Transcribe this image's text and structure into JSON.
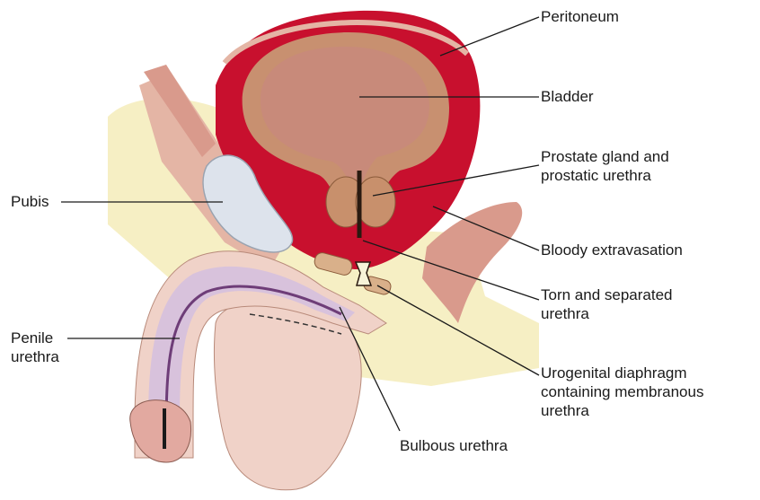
{
  "colors": {
    "blood": "#c8102e",
    "bladder_wall": "#c89070",
    "bladder_lumen": "#c88a7a",
    "pubis": "#dde3ec",
    "fat": "#f6efc4",
    "tissue": "#e4b5a5",
    "penile_shaft": "#d8c2dc",
    "urethra": "#9b6fa6",
    "skin": "#f0d2c8",
    "leader": "#1a1a1a"
  },
  "labels": {
    "peritoneum": "Peritoneum",
    "bladder": "Bladder",
    "prostate": [
      "Prostate gland and",
      "prostatic urethra"
    ],
    "pubis": "Pubis",
    "bloody": "Bloody extravasation",
    "torn": [
      "Torn and separated",
      "urethra"
    ],
    "penile": [
      "Penile",
      "urethra"
    ],
    "urogenital": [
      "Urogenital diaphragm",
      "containing membranous",
      "urethra"
    ],
    "bulbous": "Bulbous urethra"
  }
}
